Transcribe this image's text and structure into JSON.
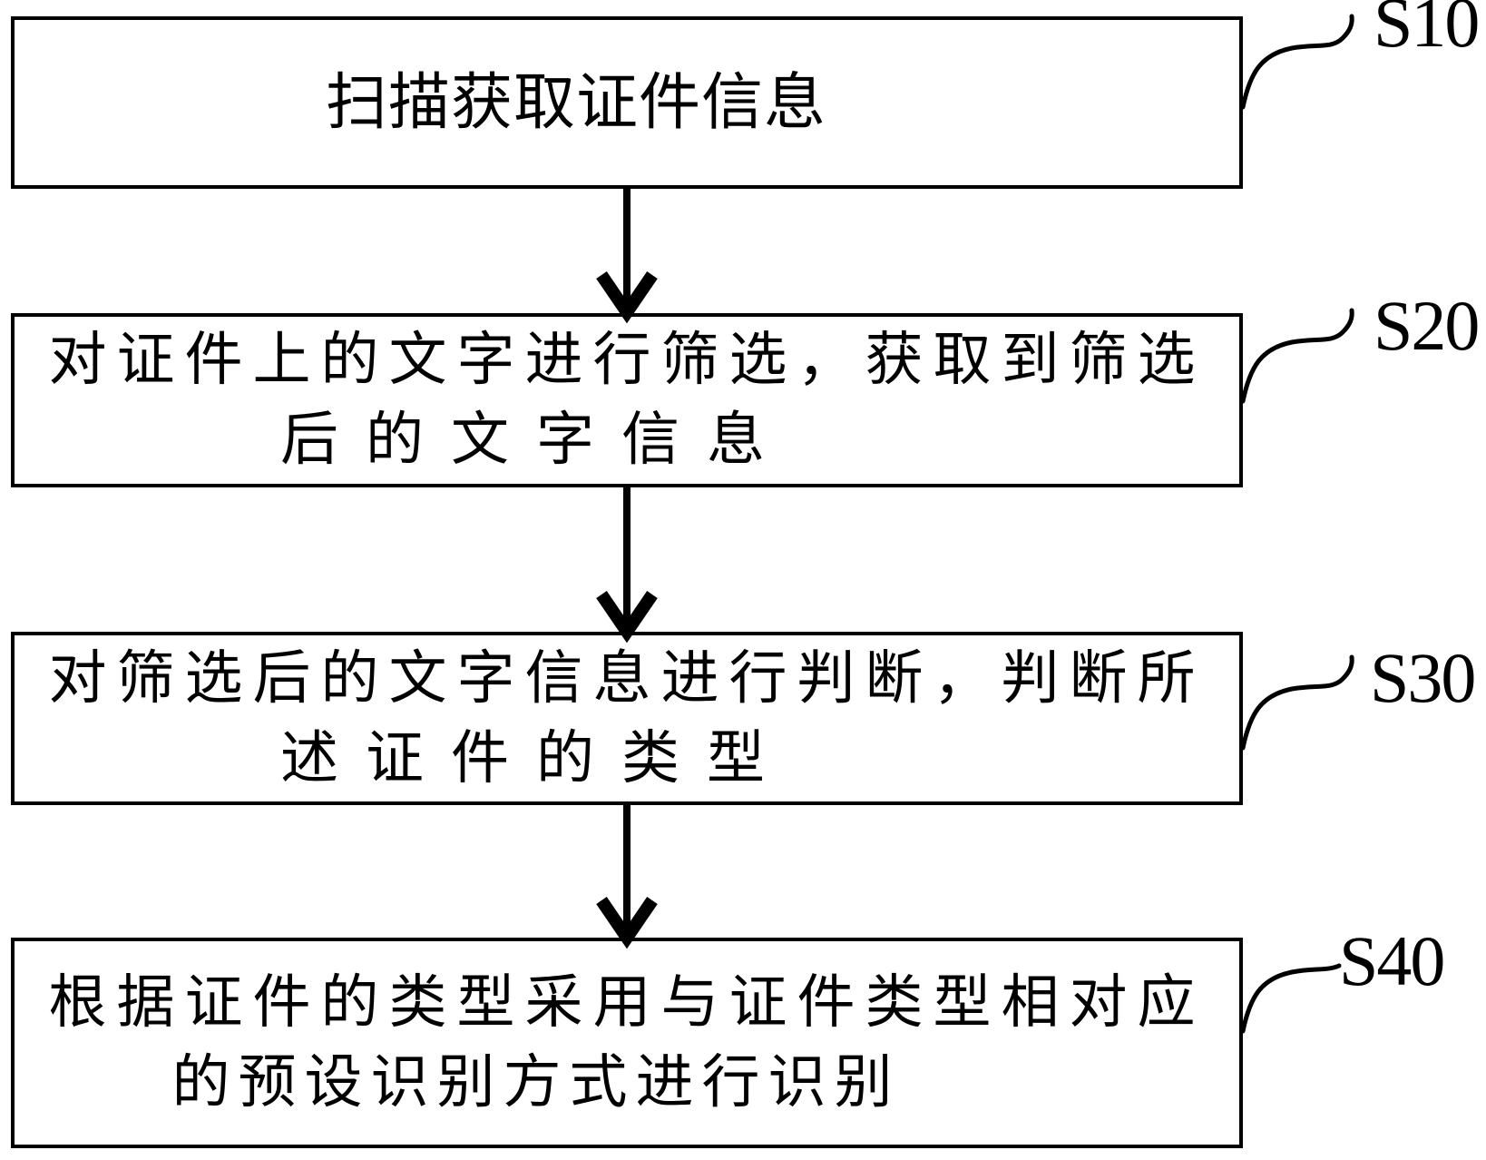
{
  "diagram": {
    "type": "flowchart",
    "direction": "top-down",
    "colors": {
      "ink": "#000000",
      "background": "#ffffff"
    },
    "steps": [
      {
        "label": "S10",
        "lines": [
          "扫描获取证件信息"
        ]
      },
      {
        "label": "S20",
        "lines": [
          "对证件上的文字进行筛选，获取到筛选",
          "后的文字信息"
        ]
      },
      {
        "label": "S30",
        "lines": [
          "对筛选后的文字信息进行判断，判断所",
          "述证件的类型"
        ]
      },
      {
        "label": "S40",
        "lines": [
          "根据证件的类型采用与证件类型相对应",
          "的预设识别方式进行识别"
        ]
      }
    ],
    "connections": [
      {
        "from": "S10",
        "to": "S20",
        "type": "arrow-down"
      },
      {
        "from": "S20",
        "to": "S30",
        "type": "arrow-down"
      },
      {
        "from": "S30",
        "to": "S40",
        "type": "arrow-down"
      }
    ]
  }
}
